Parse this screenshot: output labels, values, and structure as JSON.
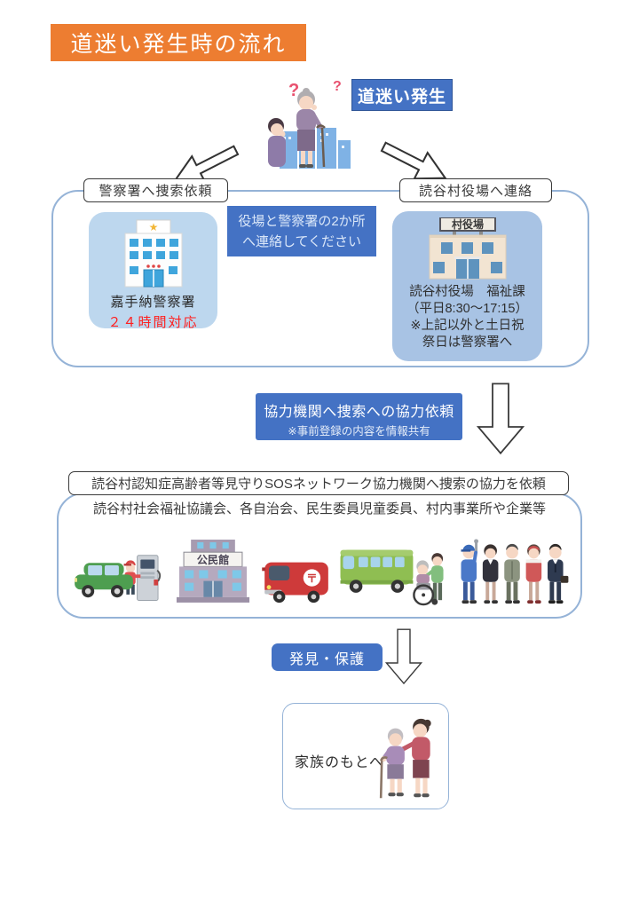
{
  "title": "道迷い発生時の流れ",
  "start_label": "道迷い発生",
  "branch_left": {
    "label": "警察署へ捜索依頼",
    "name": "嘉手納警察署",
    "availability": "２４時間対応"
  },
  "branch_right": {
    "label": "読谷村役場へ連絡",
    "name": "読谷村役場　福祉課",
    "hours": "（平日8:30～17:15）",
    "note_line1": "※上記以外と土日祝",
    "note_line2": "祭日は警察署へ"
  },
  "contact_note": {
    "line1": "役場と警察署の2か所",
    "line2": "へ連絡してください"
  },
  "cooperation_request": {
    "line1": "協力機関へ捜索への協力依頼",
    "line2": "※事前登録の内容を情報共有"
  },
  "network": {
    "label": "読谷村認知症高齢者等見守りSOSネットワーク協力機関へ捜索の協力を依頼",
    "members": "読谷村社会福祉協議会、各自治会、民生委員児童委員、村内事業所や企業等"
  },
  "found_label": "発見・保護",
  "family_label": "家族のもとへ",
  "illustration_text": {
    "village_office_sign": "村役場",
    "community_hall_sign": "公民館",
    "postal_mark": "〒",
    "question_mark": "?"
  },
  "colors": {
    "accent_orange": "#ED7D31",
    "primary_blue": "#4472C4",
    "light_blue_left": "#BDD7EE",
    "light_blue_right": "#A8C3E4",
    "container_border": "#95B3D7",
    "alert_red": "#FF1F1F"
  }
}
